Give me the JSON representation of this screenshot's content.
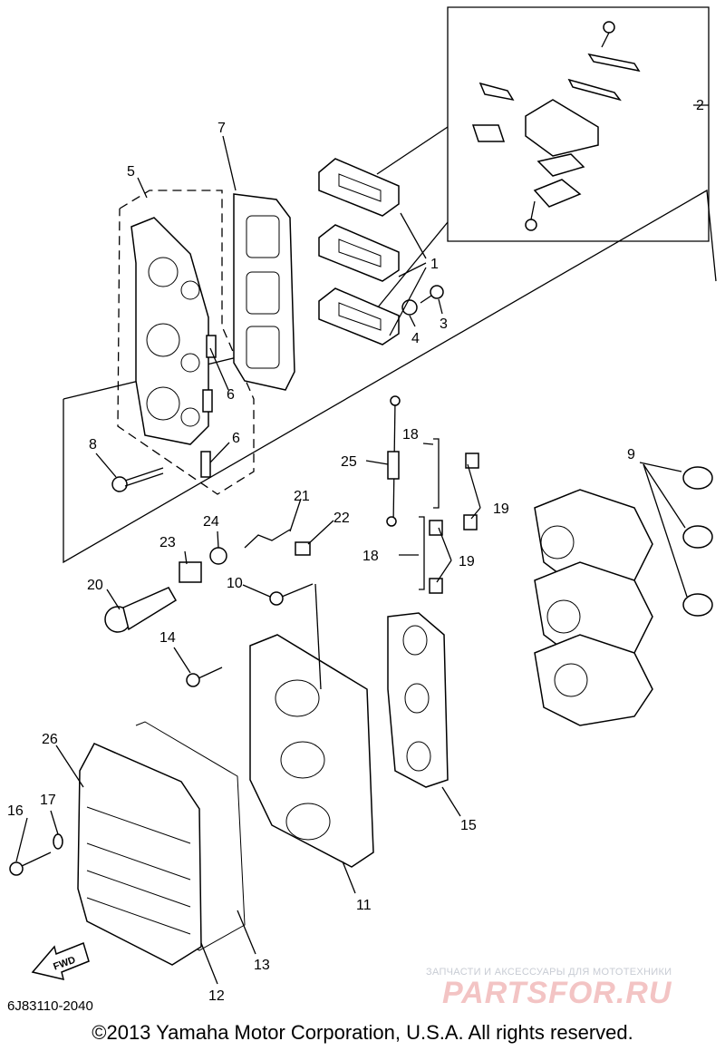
{
  "diagram": {
    "callouts": [
      "1",
      "2",
      "3",
      "4",
      "5",
      "6",
      "6",
      "7",
      "8",
      "9",
      "10",
      "11",
      "12",
      "13",
      "14",
      "15",
      "16",
      "17",
      "18",
      "18",
      "19",
      "19",
      "20",
      "21",
      "22",
      "23",
      "24",
      "25",
      "26"
    ],
    "fwd_label": "FWD",
    "diagram_code": "6J83110-2040",
    "copyright": "©2013 Yamaha Motor Corporation, U.S.A. All rights reserved.",
    "watermark_tagline": "ЗАПЧАСТИ И АКСЕССУАРЫ ДЛЯ МОТОТЕХНИКИ",
    "watermark_brand": "PARTSFOR.RU"
  }
}
